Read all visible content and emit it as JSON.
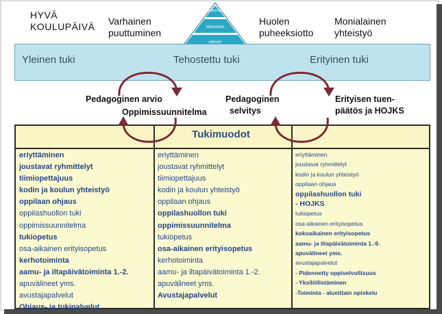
{
  "header": {
    "main_line1": "HYVÄ",
    "main_line2": "KOULUPÄIVÄ",
    "left_line1": "Varhainen",
    "left_line2": "puuttuminen",
    "right1_line1": "Huolen",
    "right1_line2": "puheeksiotto",
    "right2_line1": "Monialainen",
    "right2_line2": "yhteistyö"
  },
  "pyramid": {
    "top": "erityinen",
    "middle": "tehostettu",
    "bottom": "yleinen",
    "colors": {
      "fill": "#2aa7c4",
      "edge": "#ffffff",
      "outline": "#1f6f8a"
    }
  },
  "band": {
    "yleinen": "Yleinen tuki",
    "tehostettu": "Tehostettu tuki",
    "erityinen": "Erityinen tuki",
    "color": "#bfe3ee"
  },
  "process": {
    "arvio": "Pedagoginen arvio",
    "suunnitelma": "Oppimissuunnitelma",
    "selvitys_line1": "Pedagoginen",
    "selvitys_line2": "selvitys",
    "paatos_line1": "Erityisen tuen-",
    "paatos_line2": "päätös ja HOJKS",
    "arrow_color": "#7a2a35"
  },
  "table": {
    "title": "Tukimuodot",
    "bg_color": "#fbf9cf",
    "text_color": "#25468a",
    "columns": [
      [
        {
          "t": "eriyttäminen",
          "b": true
        },
        {
          "t": "joustavat ryhmittelyt",
          "b": true
        },
        {
          "t": "tiimiopettajuus",
          "b": true
        },
        {
          "t": "kodin ja koulun yhteistyö",
          "b": true
        },
        {
          "t": "oppilaan ohjaus",
          "b": true
        },
        {
          "t": "oppilashuollon tuki",
          "b": false
        },
        {
          "t": "oppimissuunnitelma",
          "b": false
        },
        {
          "t": "tukiopetus",
          "b": true
        },
        {
          "t": "osa-aikainen erityisopetus",
          "b": false
        },
        {
          "t": "kerhotoiminta",
          "b": true
        },
        {
          "t": "aamu- ja iltapäivätoiminta 1.-2.",
          "b": true
        },
        {
          "t": "apuvälineet yms.",
          "b": false
        },
        {
          "t": "avustajapalvelut",
          "b": false
        },
        {
          "t": "Ohjaus- ja tukipalvelut",
          "b": true
        }
      ],
      [
        {
          "t": "eriyttäminen",
          "b": false
        },
        {
          "t": "joustavat ryhmittelyt",
          "b": false
        },
        {
          "t": "tiimiopettajuus",
          "b": false
        },
        {
          "t": "kodin ja koulun yhteistyö",
          "b": false
        },
        {
          "t": "oppilaan ohjaus",
          "b": false
        },
        {
          "t": "oppilashuollon tuki",
          "b": true
        },
        {
          "t": "oppimissuunnitelma",
          "b": true
        },
        {
          "t": "tukiopetus",
          "b": false
        },
        {
          "t": "osa-aikainen erityisopetus",
          "b": true
        },
        {
          "t": "kerhotoiminta",
          "b": false
        },
        {
          "t": "aamu- ja iltapäivätoiminta 1.-2.",
          "b": false
        },
        {
          "t": "apuvälineet yms.",
          "b": false
        },
        {
          "t": "Avustajapalvelut",
          "b": true
        }
      ],
      [
        {
          "t": "eriyttäminen",
          "b": false
        },
        {
          "t": "joustavat ryhmittelyt",
          "b": false
        },
        {
          "t": "kodin ja koulun yhteistyö",
          "b": false
        },
        {
          "t": "oppilaan ohjaus",
          "b": false
        },
        {
          "t": "oppilashuollon tuki",
          "b": true,
          "big": true
        },
        {
          "t": "- HOJKS",
          "b": true,
          "big": true
        },
        {
          "t": "tukiopetus",
          "b": false
        },
        {
          "t": "osa-aikainen erityisopetus",
          "b": false
        },
        {
          "t": "kokoaikainen erityisopetus",
          "b": true
        },
        {
          "t": "aamu- ja iltapäivätoiminta 1.-9.",
          "b": true
        },
        {
          "t": "apuvälineet yms.",
          "b": true
        },
        {
          "t": "avustajapalvelut",
          "b": false
        },
        {
          "t": "- Pidennetty oppivelvollisuus",
          "b": true
        },
        {
          "t": "- Yksilöllistäminen",
          "b": true
        },
        {
          "t": "-Toiminta - alueittain opiskelu",
          "b": true
        }
      ]
    ]
  }
}
